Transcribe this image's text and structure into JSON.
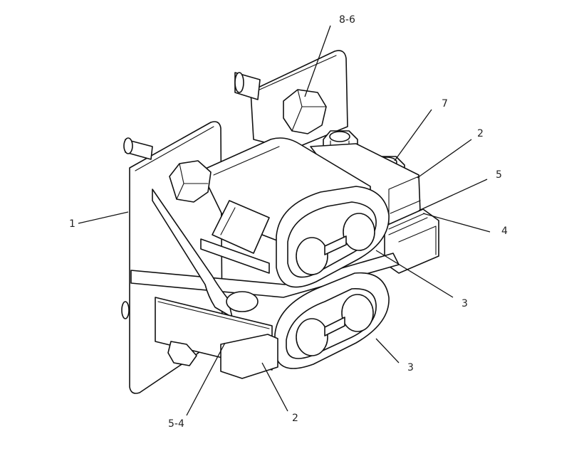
{
  "callouts": {
    "c1": "1",
    "c2_top": "2",
    "c2_bottom": "2",
    "c3_upper": "3",
    "c3_lower": "3",
    "c4": "4",
    "c5": "5",
    "c7": "7",
    "c8_6": "8-6",
    "c5_4": "5-4"
  }
}
